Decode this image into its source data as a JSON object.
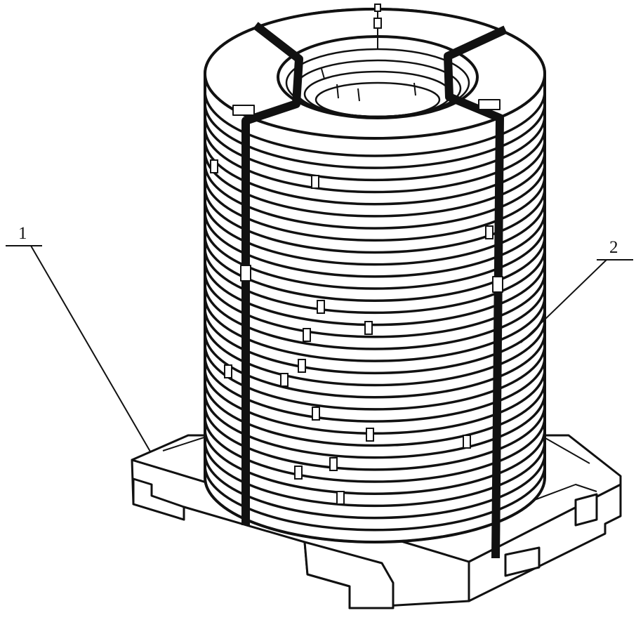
{
  "figure": {
    "callouts": [
      {
        "id": "1",
        "label": "1"
      },
      {
        "id": "2",
        "label": "2"
      }
    ],
    "colors": {
      "ink": "#111111",
      "paper": "#ffffff"
    }
  }
}
